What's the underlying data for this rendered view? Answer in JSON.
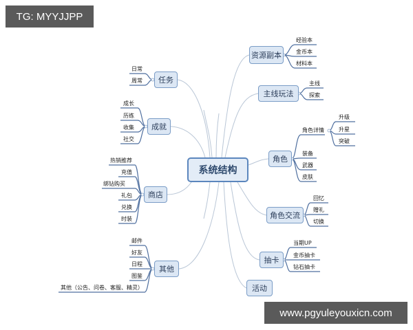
{
  "watermarks": {
    "top_left": "TG: MYYJJPP",
    "bottom_right": "www.pgyuleyouxicn.com"
  },
  "colors": {
    "node_fill": "#dce7f4",
    "node_border": "#7a9cc6",
    "leaf_underline": "#4f6f9f",
    "connector": "#b9c6d6",
    "watermark_bg": "#5a5a5a"
  },
  "mindmap": {
    "root": "系统结构",
    "right_branches": [
      {
        "label": "资源副本",
        "children": [
          "经验本",
          "金币本",
          "材料本"
        ]
      },
      {
        "label": "主线玩法",
        "children": [
          "主线",
          "探索"
        ]
      },
      {
        "label": "角色",
        "children": [
          {
            "label": "角色详情",
            "children": [
              "升级",
              "升星",
              "突破"
            ]
          },
          "装备",
          "武器",
          "皮肤"
        ]
      },
      {
        "label": "角色交流",
        "children": [
          "回忆",
          "赠礼",
          "切换"
        ]
      },
      {
        "label": "抽卡",
        "children": [
          "当期UP",
          "金币抽卡",
          "钻石抽卡"
        ]
      },
      {
        "label": "活动",
        "children": []
      }
    ],
    "left_branches": [
      {
        "label": "任务",
        "children": [
          "日常",
          "周常"
        ]
      },
      {
        "label": "成就",
        "children": [
          "成长",
          "历练",
          "收集",
          "社交"
        ]
      },
      {
        "label": "商店",
        "children": [
          "热销推荐",
          "充值",
          "绑钻购买",
          "礼包",
          "兑换",
          "时装"
        ]
      },
      {
        "label": "其他",
        "children": [
          "邮件",
          "好友",
          "日程",
          "图鉴",
          "其他（公告、问卷、客服、精灵）"
        ]
      }
    ]
  }
}
